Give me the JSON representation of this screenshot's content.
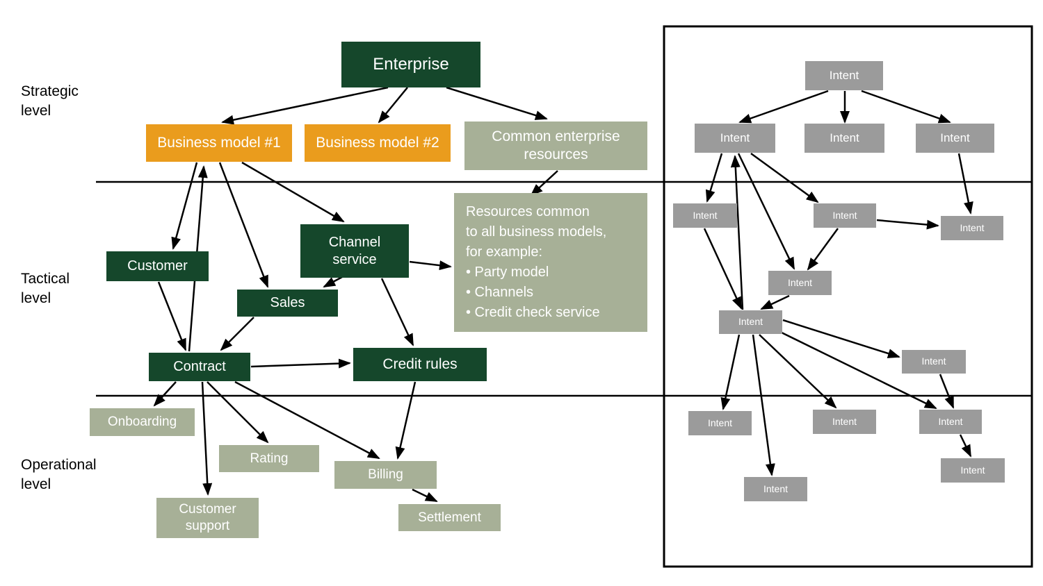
{
  "labels": {
    "strategic": "Strategic\nlevel",
    "tactical": "Tactical\nlevel",
    "operational": "Operational\nlevel"
  },
  "nodes": {
    "enterprise": "Enterprise",
    "business_model_1": "Business model #1",
    "business_model_2": "Business model #2",
    "common_resources": "Common enterprise\nresources",
    "customer": "Customer",
    "channel_service": "Channel\nservice",
    "sales": "Sales",
    "contract": "Contract",
    "credit_rules": "Credit rules",
    "resources_note": "Resources common\nto all business models,\nfor example:\n• Party model\n• Channels\n• Credit check service",
    "onboarding": "Onboarding",
    "rating": "Rating",
    "billing": "Billing",
    "customer_support": "Customer\nsupport",
    "settlement": "Settlement",
    "intent": "Intent"
  },
  "edges": {
    "left": [
      {
        "from": "Enterprise",
        "to": "Business model #1"
      },
      {
        "from": "Enterprise",
        "to": "Business model #2"
      },
      {
        "from": "Enterprise",
        "to": "Common enterprise resources"
      },
      {
        "from": "Common enterprise resources",
        "to": "Resources common note"
      },
      {
        "from": "Business model #1",
        "to": "Customer"
      },
      {
        "from": "Business model #1",
        "to": "Sales"
      },
      {
        "from": "Business model #1",
        "to": "Channel service"
      },
      {
        "from": "Contract",
        "to": "Business model #1"
      },
      {
        "from": "Customer",
        "to": "Contract"
      },
      {
        "from": "Sales",
        "to": "Contract"
      },
      {
        "from": "Channel service",
        "to": "Sales"
      },
      {
        "from": "Channel service",
        "to": "Resources common note"
      },
      {
        "from": "Channel service",
        "to": "Credit rules"
      },
      {
        "from": "Contract",
        "to": "Credit rules"
      },
      {
        "from": "Contract",
        "to": "Onboarding"
      },
      {
        "from": "Contract",
        "to": "Rating"
      },
      {
        "from": "Contract",
        "to": "Billing"
      },
      {
        "from": "Contract",
        "to": "Customer support"
      },
      {
        "from": "Credit rules",
        "to": "Billing"
      },
      {
        "from": "Billing",
        "to": "Settlement"
      }
    ],
    "right_panel_note": "Framed mirror diagram with identical structure in which every node is labelled Intent"
  },
  "colors": {
    "dark_green": "#15472b",
    "orange": "#ea9c1d",
    "sage": "#a7b097",
    "gray": "#9b9b9b",
    "line": "#000000"
  }
}
